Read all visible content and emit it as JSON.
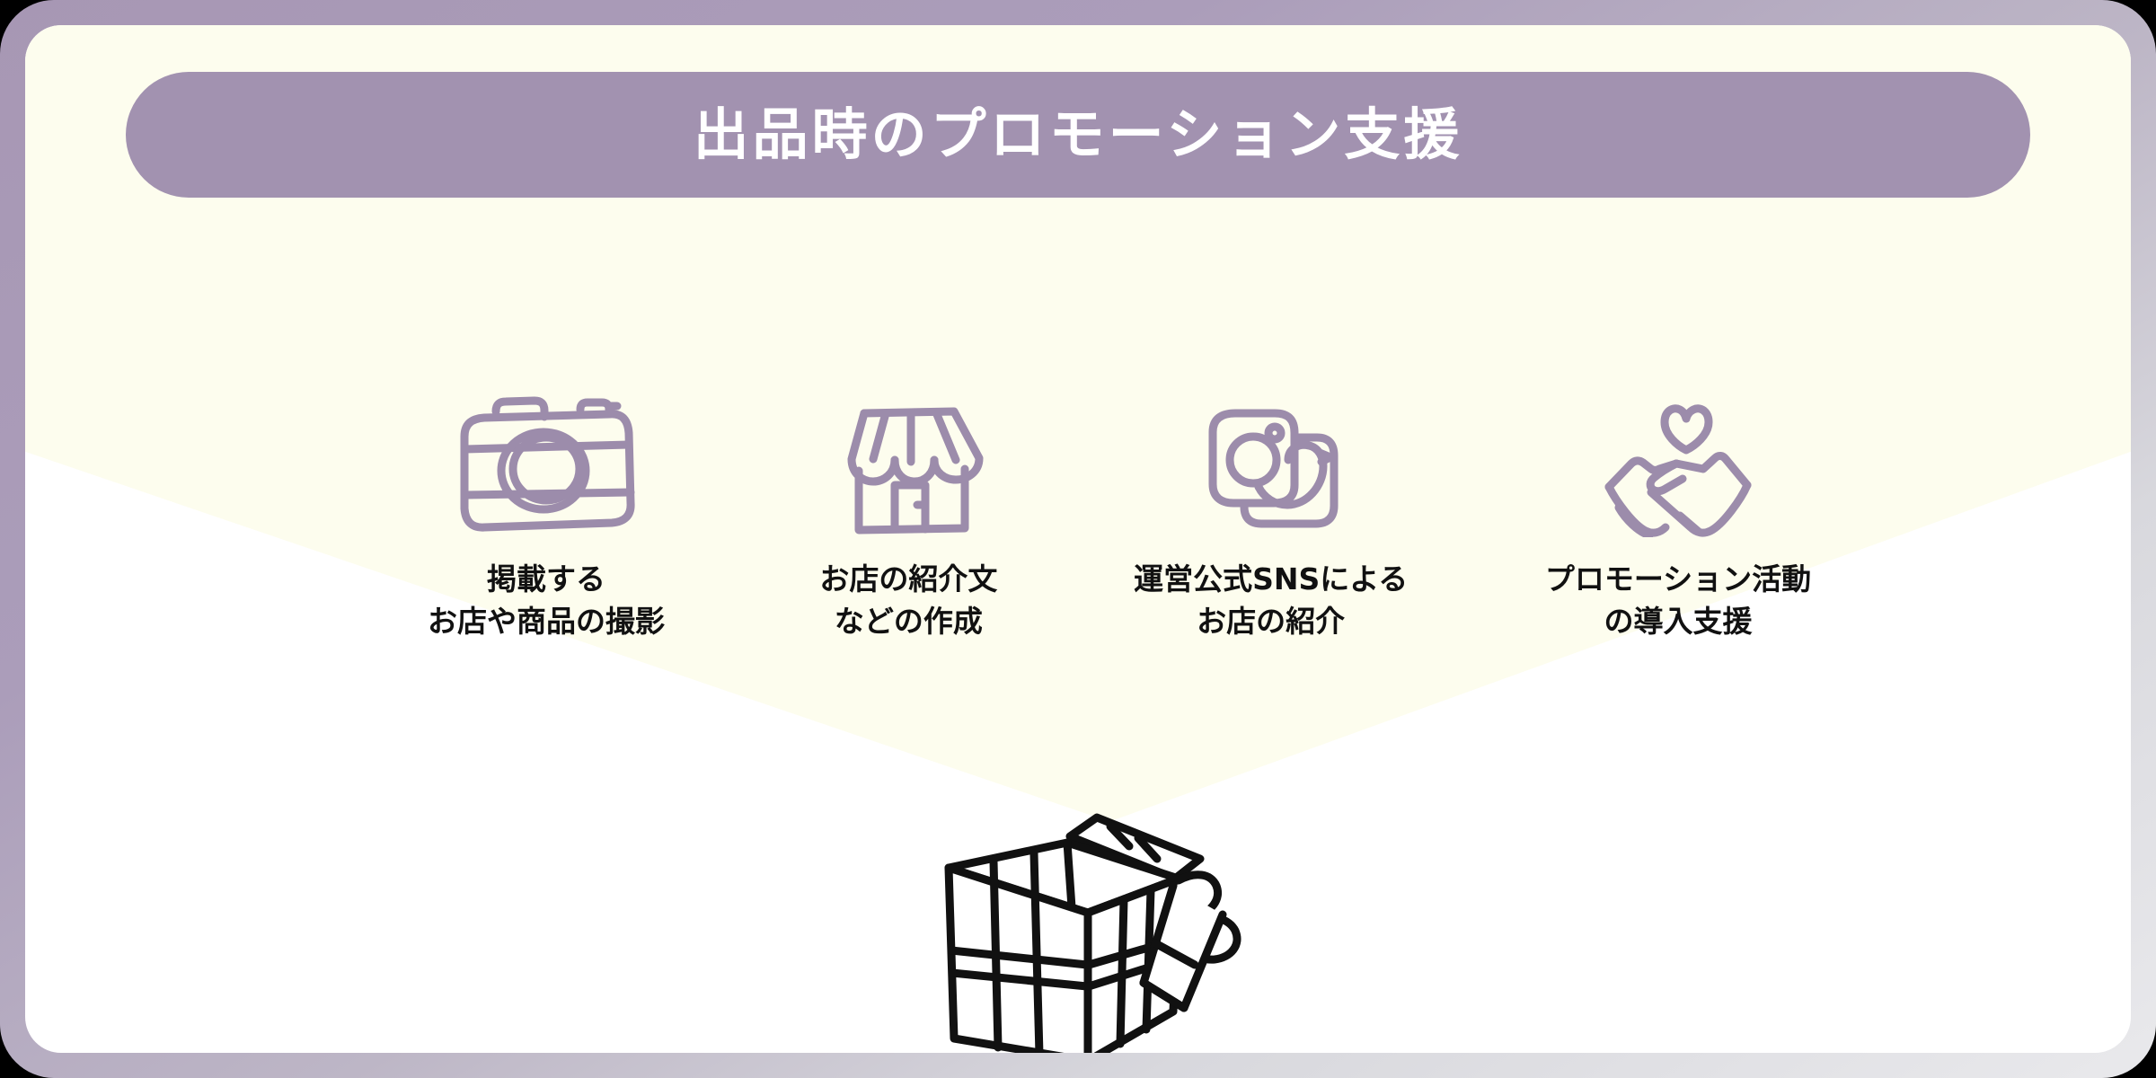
{
  "colors": {
    "accent_purple": "#a292b0",
    "border_mauve": "#a797b4",
    "cream": "#fdfdee",
    "card_white": "#ffffff",
    "icon_stroke": "#9c8cab",
    "label_text": "#111111",
    "outer_background": "#000000"
  },
  "header": {
    "title": "出品時のプロモーション支援"
  },
  "features": [
    {
      "icon_name": "camera-icon",
      "label": "掲載する\nお店や商品の撮影"
    },
    {
      "icon_name": "storefront-icon",
      "label": "お店の紹介文\nなどの作成"
    },
    {
      "icon_name": "sns-camera-bird-icon",
      "label": "運営公式SNSによる\nお店の紹介"
    },
    {
      "icon_name": "handshake-heart-icon",
      "label": "プロモーション活動\nの導入支援"
    }
  ],
  "decoration": {
    "gift_box_icon_name": "gift-box-icon"
  }
}
